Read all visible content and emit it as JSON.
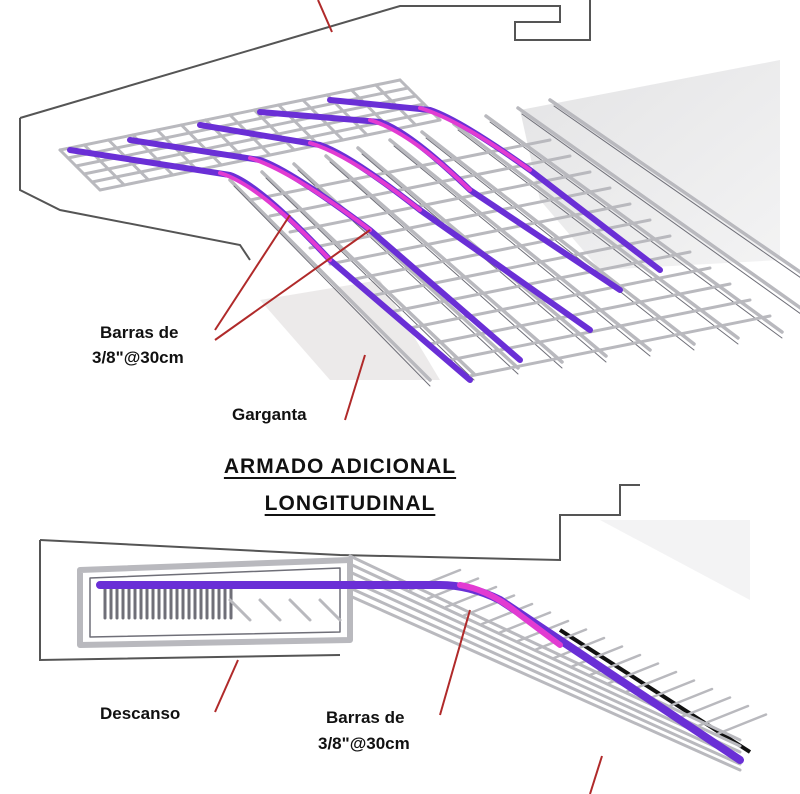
{
  "title": {
    "line1": "ARMADO ADICIONAL",
    "line2": "LONGITUDINAL"
  },
  "top_diagram": {
    "label_bars_line1": "Barras de",
    "label_bars_line2": "3/8\"@30cm",
    "label_throat": "Garganta"
  },
  "bottom_diagram": {
    "label_landing": "Descanso",
    "label_bars_line1": "Barras de",
    "label_bars_line2": "3/8\"@30cm"
  },
  "colors": {
    "rebar": "#b9b9be",
    "rebar_dark": "#6f6f78",
    "additional_bar": "#6a2fd6",
    "highlight": "#e23bd2",
    "leader_line": "#b02a2a",
    "concrete_edge": "#555555"
  }
}
